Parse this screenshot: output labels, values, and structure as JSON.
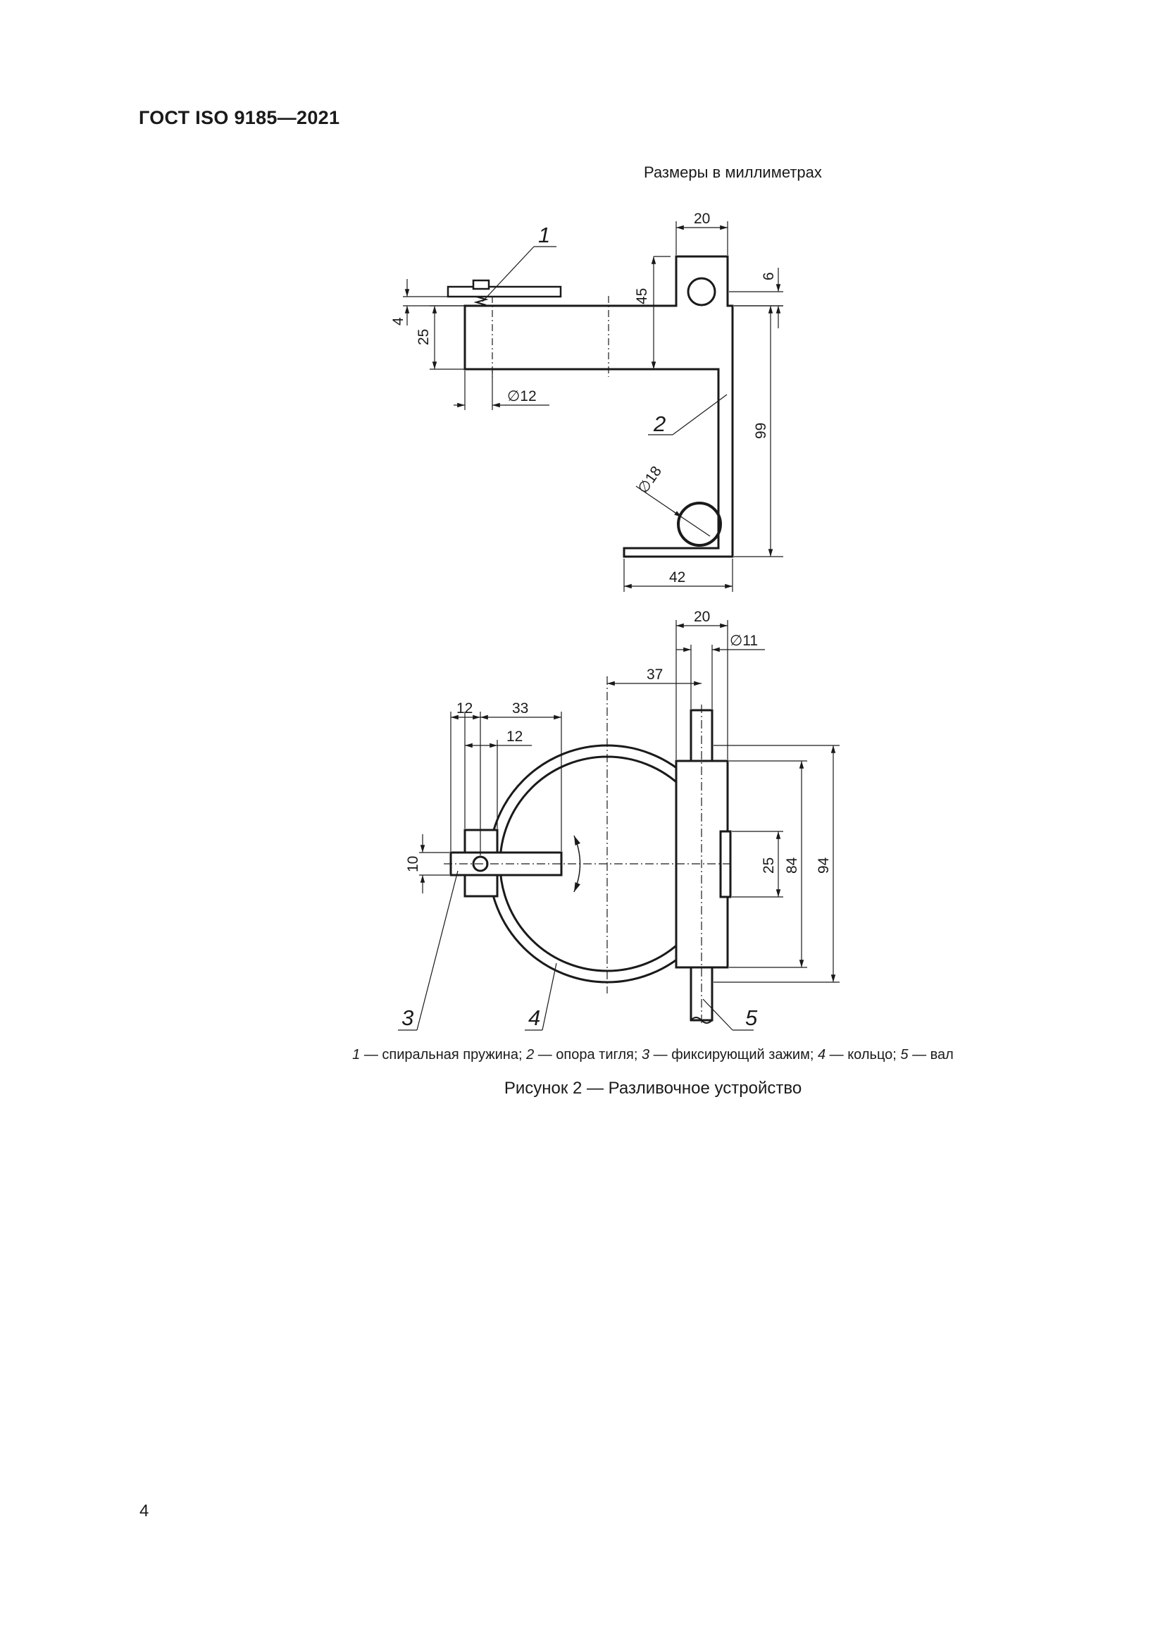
{
  "header": {
    "standard_id": "ГОСТ ISO 9185—2021"
  },
  "units_note": "Размеры в миллиметрах",
  "figure": {
    "top_view": {
      "dimensions": {
        "support_width": "20",
        "spring_offset": "4",
        "arm_height": "25",
        "arm_offset": "45",
        "hole_offset": "6",
        "spring_diameter": "∅12",
        "support_height": "99",
        "roller_diameter": "∅18",
        "base_width": "42"
      },
      "callouts": {
        "spring": "1",
        "crucible_support": "2"
      }
    },
    "front_view": {
      "dimensions": {
        "block_width": "20",
        "shaft_diameter": "∅11",
        "center_offset": "37",
        "clamp_width_a": "12",
        "clamp_length": "33",
        "clamp_width_b": "12",
        "clamp_height": "10",
        "flange_height": "25",
        "block_height": "84",
        "ring_diameter": "94"
      },
      "callouts": {
        "clamp": "3",
        "ring": "4",
        "shaft": "5"
      }
    }
  },
  "legend": {
    "items": [
      {
        "num": "1",
        "text": " — спиральная пружина; "
      },
      {
        "num": "2",
        "text": " — опора тигля; "
      },
      {
        "num": "3",
        "text": " — фиксирующий зажим; "
      },
      {
        "num": "4",
        "text": " — кольцо; "
      },
      {
        "num": "5",
        "text": " — вал"
      }
    ]
  },
  "caption": "Рисунок 2 — Разливочное устройство",
  "page_number": "4"
}
